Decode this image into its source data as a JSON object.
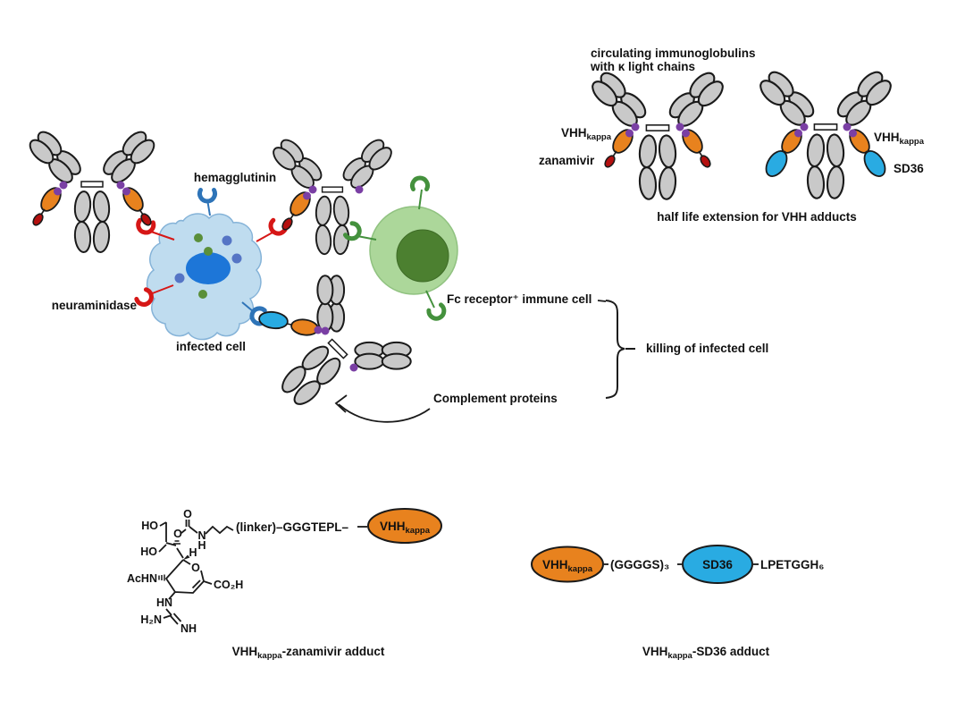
{
  "figure": {
    "palette": {
      "antibody_gray": "#c9c9c9",
      "outline_black": "#1a1a1a",
      "vhh_orange": "#e8821e",
      "zanamivir_red": "#b5100f",
      "neuraminidase_red": "#d61716",
      "sd36_cyan": "#29abe2",
      "hemagglutinin_blue": "#2e74b8",
      "kappa_light_chain_purple": "#7a3fa4",
      "infected_cell_fill": "#bfdcef",
      "infected_cell_edge": "#85b3d8",
      "infected_cell_nucleus": "#1d76d8",
      "vesicle_green": "#5a8f3a",
      "vesicle_blue": "#5575c5",
      "immune_cell_fill": "#acd79a",
      "immune_cell_edge": "#90c280",
      "immune_cell_nucleus": "#4c8030",
      "fc_receptor_green": "#44913d"
    },
    "infection_scene": {
      "hemagglutinin_label": "hemagglutinin",
      "neuraminidase_label": "neuraminidase",
      "infected_cell_label": "infected cell",
      "fc_receptor_label": "Fc receptor⁺ immune cell",
      "killing_label": "killing of infected cell",
      "complement_label": "Complement proteins"
    },
    "half_life_panel": {
      "heading_line1": "circulating immunoglobulins",
      "heading_line2": "with κ light chains",
      "vhh_label_main": "VHH",
      "vhh_label_sub": "kappa",
      "zanamivir_label": "zanamivir",
      "vhh_label2_main": "VHH",
      "vhh_label2_sub": "kappa",
      "sd36_label": "SD36",
      "caption": "half life extension for VHH adducts"
    },
    "zanamivir_adduct": {
      "chem": {
        "ho_top": "HO",
        "ho_mid": "HO",
        "carbonyl_o": "O",
        "ester_o": "O",
        "n": "N",
        "n_h": "H",
        "stereo_h": "H",
        "ring_o": "O",
        "achn": "AcHN",
        "co2h": "CO₂H",
        "hn": "HN",
        "h2n": "H₂N",
        "nh": "NH",
        "linker_peptide": "(linker)–GGGTEPL–"
      },
      "vhh_ellipse_main": "VHH",
      "vhh_ellipse_sub": "kappa",
      "caption_main": "VHH",
      "caption_sub": "kappa",
      "caption_rest": "-zanamivir adduct"
    },
    "sd36_adduct": {
      "vhh_ellipse_main": "VHH",
      "vhh_ellipse_sub": "kappa",
      "linker_label": "(GGGGS)₃",
      "sd36_ellipse_label": "SD36",
      "tag_label": "LPETGGH₆",
      "caption_main": "VHH",
      "caption_sub": "kappa",
      "caption_rest": "-SD36 adduct"
    }
  }
}
